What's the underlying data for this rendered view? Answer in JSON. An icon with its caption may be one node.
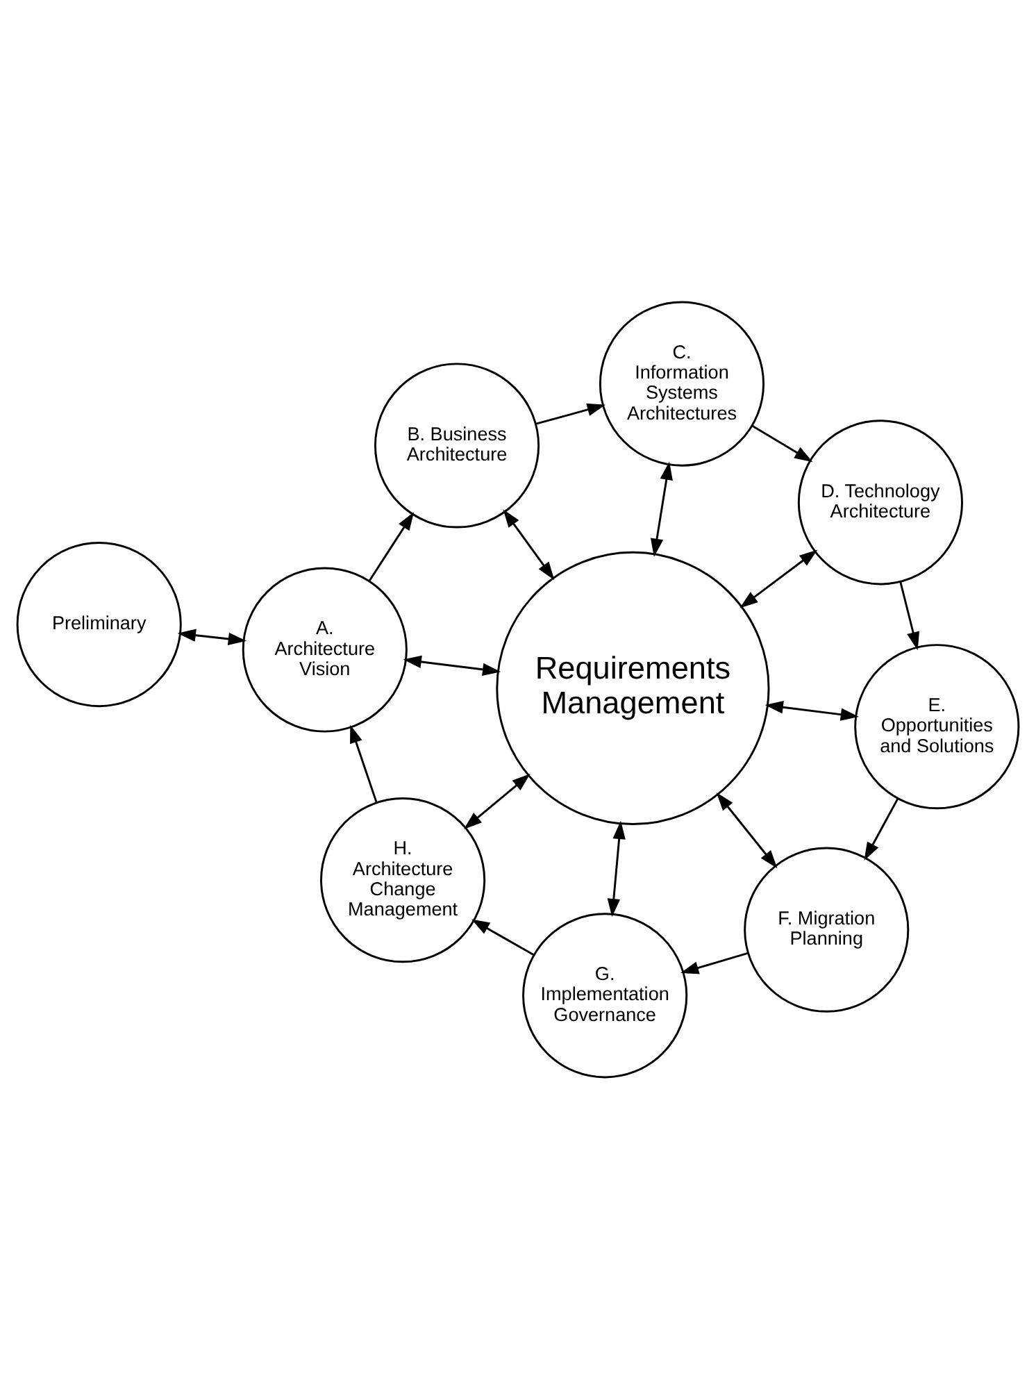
{
  "diagram": {
    "nodes": [
      {
        "text": [
          "Preliminary"
        ]
      },
      {
        "text": [
          "A. Architecture Vision"
        ]
      },
      {
        "text": [
          "B. Business Architecture"
        ]
      },
      {
        "text": [
          "C. Information Systems Architectures"
        ]
      },
      {
        "text": [
          "D. Technology Architecture"
        ]
      },
      {
        "text": [
          "E. Opportunities and Solutions"
        ]
      },
      {
        "text": [
          "F. Migration Planning"
        ]
      },
      {
        "text": [
          "G. Implementation Governance"
        ]
      },
      {
        "text": [
          "H. Architecture Change Management"
        ]
      },
      {
        "text": [
          "Requirements Management"
        ]
      }
    ],
    "edges": [
      {
        "from": 0,
        "to": 1,
        "arrow": "both"
      },
      {
        "from": 1,
        "to": 2,
        "arrow": "to"
      },
      {
        "from": 2,
        "to": 3,
        "arrow": "to"
      },
      {
        "from": 3,
        "to": 4,
        "arrow": "to"
      },
      {
        "from": 4,
        "to": 5,
        "arrow": "to"
      },
      {
        "from": 5,
        "to": 6,
        "arrow": "to"
      },
      {
        "from": 6,
        "to": 7,
        "arrow": "to"
      },
      {
        "from": 7,
        "to": 8,
        "arrow": "to"
      },
      {
        "from": 8,
        "to": 1,
        "arrow": "to"
      },
      {
        "from": 9,
        "to": 1,
        "arrow": "both"
      },
      {
        "from": 9,
        "to": 2,
        "arrow": "both"
      },
      {
        "from": 9,
        "to": 3,
        "arrow": "both"
      },
      {
        "from": 9,
        "to": 4,
        "arrow": "both"
      },
      {
        "from": 9,
        "to": 5,
        "arrow": "both"
      },
      {
        "from": 9,
        "to": 6,
        "arrow": "both"
      },
      {
        "from": 9,
        "to": 7,
        "arrow": "both"
      },
      {
        "from": 9,
        "to": 8,
        "arrow": "both"
      }
    ]
  }
}
